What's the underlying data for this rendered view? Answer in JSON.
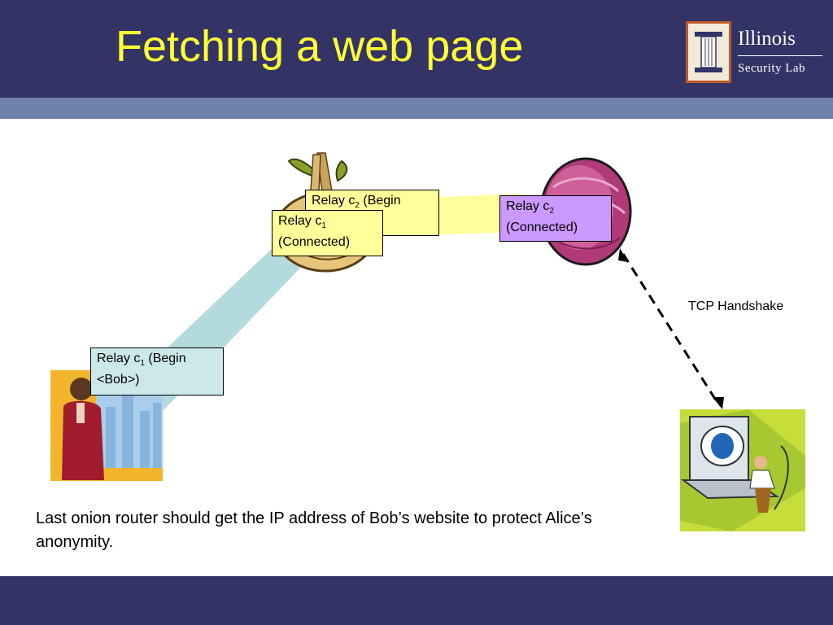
{
  "slide": {
    "title": "Fetching a web page",
    "logo": {
      "word1": "Illinois",
      "word2": "Security Lab"
    },
    "boxes": {
      "relay_c2_begin": {
        "text": "Relay c",
        "sub": "2",
        "rest": " (Begin"
      },
      "relay_c1_connected": {
        "text": "Relay c",
        "sub": "1",
        "line2": "(Connected)"
      },
      "relay_c2_connected": {
        "text": "Relay c",
        "sub": "2",
        "line2": "(Connected)"
      },
      "relay_c1_begin": {
        "text": "Relay c",
        "sub": "1",
        "rest": " (Begin",
        "line2": "<Bob>)"
      }
    },
    "tcp_label": "TCP Handshake",
    "body": "Last onion router should get the IP address of Bob’s website to protect Alice’s anonymity."
  },
  "colors": {
    "header": "#333366",
    "stripe": "#6f82aa",
    "title": "#ffff33",
    "tunnel_blue": "#b3dadd",
    "tunnel_yellow": "#ffff99",
    "box_blue": "#cde8ea",
    "box_yellow": "#ffff99",
    "box_purple": "#cc99ff"
  }
}
